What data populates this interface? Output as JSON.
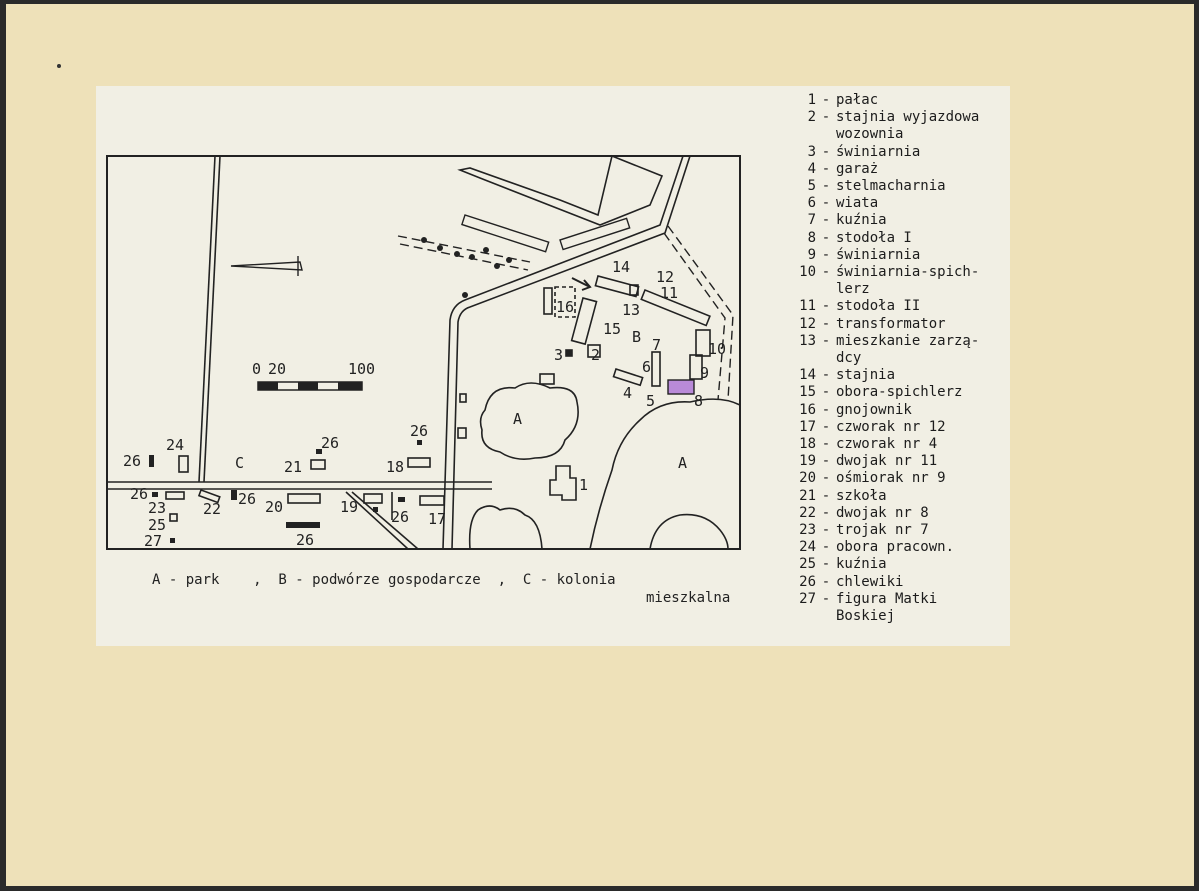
{
  "map": {
    "scale_bar": {
      "labels": [
        "0",
        "20",
        "100"
      ]
    },
    "zones": {
      "A1": "A",
      "A2": "A",
      "B": "B",
      "C": "C"
    },
    "numbers": {
      "n1": "1",
      "n2": "2",
      "n3": "3",
      "n4": "4",
      "n5": "5",
      "n6": "6",
      "n7": "7",
      "n8": "8",
      "n9": "9",
      "n10": "10",
      "n11": "11",
      "n12": "12",
      "n13": "13",
      "n14": "14",
      "n15": "15",
      "n16": "16",
      "n17": "17",
      "n18": "18",
      "n19": "19",
      "n20": "20",
      "n21": "21",
      "n22": "22",
      "n23": "23",
      "n24": "24",
      "n25": "25",
      "n26a": "26",
      "n26b": "26",
      "n26c": "26",
      "n26d": "26",
      "n26e": "26",
      "n26f": "26",
      "n26g": "26",
      "n27": "27"
    },
    "highlight_color": "#b98ad8"
  },
  "caption": {
    "part1": "A - park    ,  B - podwórze gospodarcze  ,  C - kolonia",
    "part2": "mieszkalna"
  },
  "legend": [
    {
      "num": "1",
      "text": "pałac"
    },
    {
      "num": "2",
      "text": "stajnia wyjazdowa\nwozownia"
    },
    {
      "num": "3",
      "text": "świniarnia"
    },
    {
      "num": "4",
      "text": "garaż"
    },
    {
      "num": "5",
      "text": "stelmacharnia"
    },
    {
      "num": "6",
      "text": "wiata"
    },
    {
      "num": "7",
      "text": "kuźnia"
    },
    {
      "num": "8",
      "text": "stodoła I"
    },
    {
      "num": "9",
      "text": "świniarnia"
    },
    {
      "num": "10",
      "text": "świniarnia-spich-\nlerz"
    },
    {
      "num": "11",
      "text": "stodoła II"
    },
    {
      "num": "12",
      "text": "transformator"
    },
    {
      "num": "13",
      "text": "mieszkanie zarzą-\ndcy"
    },
    {
      "num": "14",
      "text": "stajnia"
    },
    {
      "num": "15",
      "text": "obora-spichlerz"
    },
    {
      "num": "16",
      "text": "gnojownik"
    },
    {
      "num": "17",
      "text": "czworak nr 12"
    },
    {
      "num": "18",
      "text": "czworak nr 4"
    },
    {
      "num": "19",
      "text": "dwojak nr 11"
    },
    {
      "num": "20",
      "text": "ośmiorak nr 9"
    },
    {
      "num": "21",
      "text": "szkoła"
    },
    {
      "num": "22",
      "text": "dwojak nr 8"
    },
    {
      "num": "23",
      "text": "trojak nr 7"
    },
    {
      "num": "24",
      "text": "obora pracown."
    },
    {
      "num": "25",
      "text": "kuźnia"
    },
    {
      "num": "26",
      "text": "chlewiki"
    },
    {
      "num": "27",
      "text": "figura Matki\nBoskiej"
    }
  ]
}
